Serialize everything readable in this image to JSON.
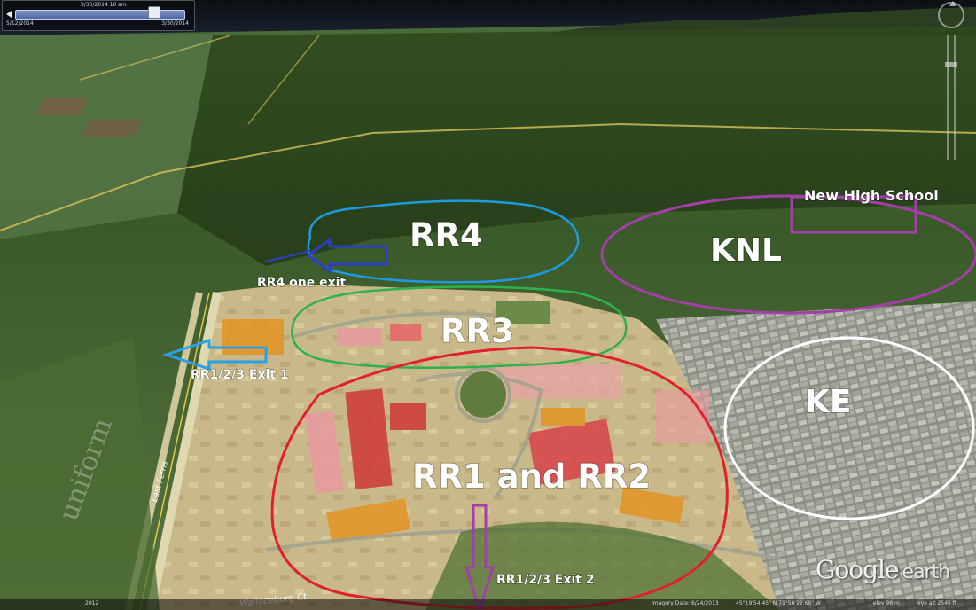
{
  "map": {
    "regions": [
      {
        "label": "RR4",
        "outline_color": "#1e9be0"
      },
      {
        "label": "RR3",
        "outline_color": "#2db24a"
      },
      {
        "label": "RR1 and RR2",
        "outline_color": "#e0202a"
      },
      {
        "label": "KNL",
        "outline_color": "#a43ea8"
      },
      {
        "label": "KE",
        "outline_color": "#ffffff"
      }
    ],
    "annotations": {
      "new_high_school": "New High School",
      "rr4_exit": "RR4 one exit",
      "exit1": "RR1/2/3 Exit 1",
      "exit2": "RR1/2/3 Exit 2"
    },
    "arrows": [
      {
        "name": "rr4-exit-arrow",
        "color": "#2b3fc6"
      },
      {
        "name": "exit1-arrow",
        "color": "#2aa0e6"
      },
      {
        "name": "exit2-arrow",
        "color": "#a43ea8"
      }
    ],
    "street_labels": {
      "wallaceburg": "Wallaceburg Ct",
      "east": "East Ferris"
    },
    "watermark": "uniform"
  },
  "timeline": {
    "current_date": "3/30/2014",
    "current_time": "10 am",
    "start_date": "5/12/2014",
    "end_date": "3/30/2014"
  },
  "branding": {
    "logo_google": "Google",
    "logo_earth": "earth"
  },
  "status_bar": {
    "year": "2012",
    "imagery": "Imagery Date: 6/24/2013",
    "coords": "45°19'54.45\" N  75°56'22.68\" W",
    "elevation": "elev 98 m",
    "eye_alt": "eye alt 2545 ft"
  },
  "colors": {
    "rr4": "#1e9be0",
    "rr3": "#2db24a",
    "rr12": "#e0202a",
    "knl": "#a43ea8",
    "ke": "#ffffff"
  }
}
